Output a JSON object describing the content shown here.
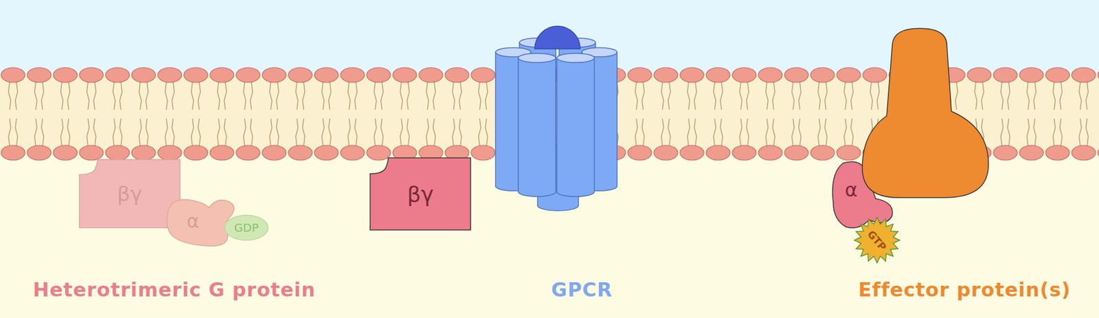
{
  "diagram": {
    "nodes": [
      {
        "text": [
          "βγ"
        ]
      },
      {
        "text": [
          "α"
        ]
      },
      {
        "text": [
          "GDP"
        ]
      },
      {
        "text": [
          "βγ"
        ]
      },
      {
        "text": [
          "α"
        ]
      },
      {
        "text": [
          "GTP"
        ]
      }
    ],
    "labels": [
      "Heterotrimeric G protein",
      "GPCR",
      "Effector protein(s)"
    ]
  }
}
